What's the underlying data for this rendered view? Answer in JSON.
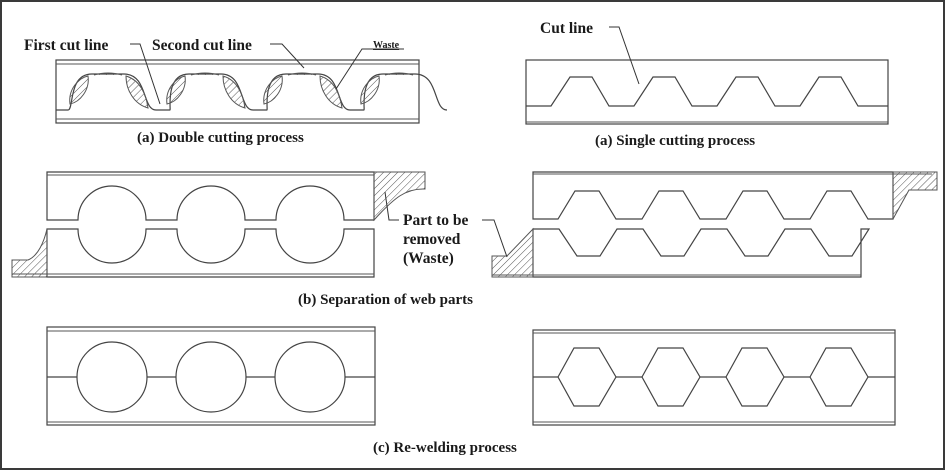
{
  "figure": {
    "panel_a_left": {
      "caption": "(a)   Double cutting process",
      "labels": {
        "first_cut": "First cut line",
        "second_cut": "Second cut line",
        "waste": "Waste"
      },
      "opening_shape": "circular",
      "opening_count": 4
    },
    "panel_a_right": {
      "caption": "(a)   Single cutting process",
      "labels": {
        "cut_line": "Cut line"
      },
      "opening_shape": "hexagonal",
      "opening_count": 4
    },
    "panel_b": {
      "caption": "(b)   Separation of web parts",
      "waste_label_lines": [
        "Part to be",
        "removed",
        "(Waste)"
      ],
      "left_opening_count": 3,
      "right_opening_count": 4
    },
    "panel_c": {
      "caption": "(c)   Re-welding process",
      "left_opening_count": 3,
      "right_opening_count": 4
    },
    "colors": {
      "line": "#444444",
      "text": "#1a1a1a",
      "border": "#3a3a3a",
      "background": "#ffffff"
    }
  }
}
